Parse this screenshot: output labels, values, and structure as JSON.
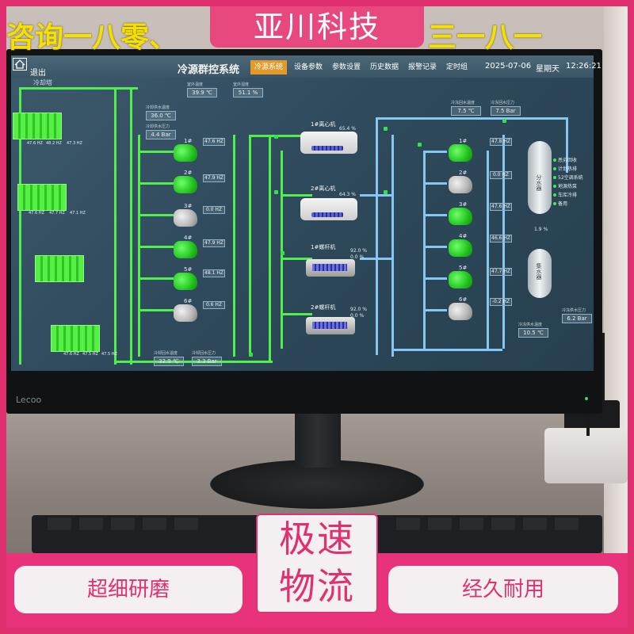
{
  "overlay": {
    "top_banner": "亚川科技",
    "yellow_text_left": "咨询一八零、",
    "yellow_text_right": "三一八一",
    "center_box": [
      "极速",
      "物流"
    ],
    "pill_left": "超细研磨",
    "pill_right": "经久耐用"
  },
  "monitor": {
    "brand": "Lecoo"
  },
  "scada": {
    "exit": "退出",
    "title": "冷源群控系统",
    "tabs": [
      {
        "label": "冷源系统",
        "active": true
      },
      {
        "label": "设备参数",
        "active": false
      },
      {
        "label": "参数设置",
        "active": false
      },
      {
        "label": "历史数据",
        "active": false
      },
      {
        "label": "报警记录",
        "active": false
      },
      {
        "label": "定时组",
        "active": false
      }
    ],
    "date": "2025-07-06",
    "weekday": "星期天",
    "time": "12:26:21",
    "cooling_tower_label": "冷却塔",
    "readouts": {
      "top_left_1_label": "室外温度",
      "top_left_1": "39.9 ℃",
      "top_left_2_label": "室外湿度",
      "top_left_2": "51.1 %",
      "cw_supply_label": "冷却供水温度",
      "cw_supply": "36.0 ℃",
      "cw_pressure_label": "冷却供水压力",
      "cw_pressure": "4.4 Bar",
      "chw_return_temp_label": "冷冻回水温度",
      "chw_return_temp": "7.5 ℃",
      "chw_return_pressure_label": "冷冻回水压力",
      "chw_return_pressure": "7.5 Bar",
      "cw_return_label": "冷却回水温度",
      "cw_return": "32.9 ℃",
      "cw_return_pressure_label": "冷却回水压力",
      "cw_return_pressure": "3.3 Bar",
      "chw_supply_pressure_label": "冷冻供水压力",
      "chw_supply_pressure": "6.2 Bar",
      "chw_supply_temp_label": "冷冻供水温度",
      "chw_supply_temp": "10.5 ℃"
    },
    "towers": [
      {
        "hz": [
          "47.6 HZ",
          "48.2 HZ",
          "47.3 HZ"
        ]
      },
      {
        "hz": [
          "47.6 HZ",
          "47.7 HZ",
          "47.1 HZ"
        ]
      },
      {
        "hz": [
          "",
          "",
          ""
        ]
      },
      {
        "hz": [
          "47.6 HZ",
          "47.5 HZ",
          "47.5 HZ"
        ]
      }
    ],
    "cooling_pumps": [
      {
        "label": "1#",
        "hz": "47.6 HZ",
        "on": true
      },
      {
        "label": "2#",
        "hz": "47.9 HZ",
        "on": true
      },
      {
        "label": "3#",
        "hz": "0.0 HZ",
        "on": false
      },
      {
        "label": "4#",
        "hz": "47.9 HZ",
        "on": true
      },
      {
        "label": "5#",
        "hz": "48.1 HZ",
        "on": true
      },
      {
        "label": "6#",
        "hz": "0.6 HZ",
        "on": false
      }
    ],
    "chillers": [
      {
        "label": "1#离心机",
        "pct": "65.4 %"
      },
      {
        "label": "2#离心机",
        "pct": "64.3 %"
      },
      {
        "label": "1#螺杆机",
        "pct": "92.0 %",
        "pct2": "0.0 %"
      },
      {
        "label": "2#螺杆机",
        "pct": "92.0 %",
        "pct2": "0.0 %"
      }
    ],
    "chw_pumps": [
      {
        "label": "1#",
        "hz": "47.8 HZ",
        "on": true
      },
      {
        "label": "2#",
        "hz": "0.0 HZ",
        "on": false
      },
      {
        "label": "3#",
        "hz": "47.6 HZ",
        "on": true
      },
      {
        "label": "4#",
        "hz": "46.6 HZ",
        "on": true
      },
      {
        "label": "5#",
        "hz": "47.7 HZ",
        "on": true
      },
      {
        "label": "6#",
        "hz": "-0.2 HZ",
        "on": false
      }
    ],
    "vessels": [
      {
        "label": "分水器"
      },
      {
        "label": "集水器"
      }
    ],
    "bypass_pct": "1.9 %",
    "legend": [
      "恶劣回收",
      "计划热排",
      "52空调系统",
      "地源热泵",
      "车库冷排",
      "备用"
    ]
  }
}
